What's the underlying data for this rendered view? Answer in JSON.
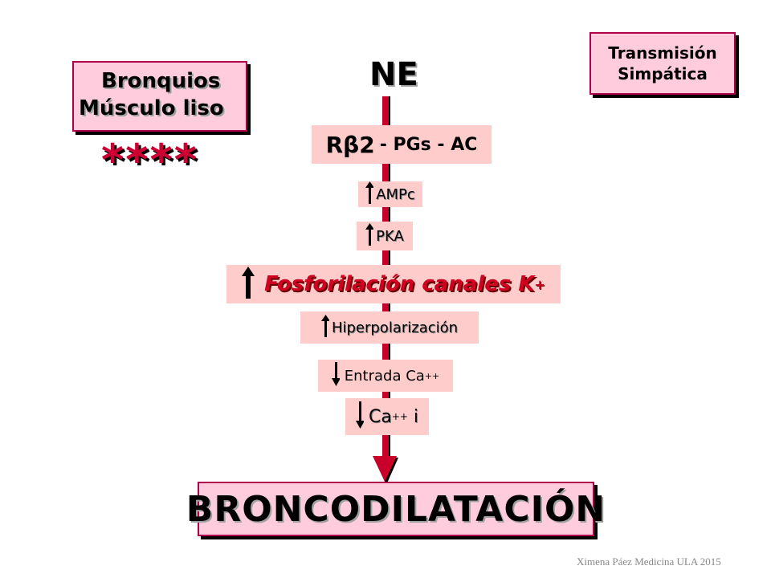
{
  "transmission": {
    "line1": "Transmisión",
    "line2": "Simpática"
  },
  "bronquios": {
    "line1": "Bronquios",
    "line2": "Músculo liso"
  },
  "stars": "****",
  "ne": "NE",
  "receptor": {
    "main": "Rβ2",
    "rest": "- PGs - AC"
  },
  "steps": {
    "ampc": "AMPc",
    "pka": "PKA",
    "fosforilacion": "Fosforilación canales K",
    "fosforilacion_sup": "+",
    "hiperpolarizacion": "Hiperpolarización",
    "entrada": "Entrada Ca",
    "entrada_sup": "++",
    "ca_main": "Ca",
    "ca_sup": "++",
    "ca_suffix": " i"
  },
  "result": "BRONCODILATACIÓN",
  "credit": "Ximena Páez Medicina ULA 2015",
  "colors": {
    "accent_line": "#b0004a",
    "box_fill": "#ffccdd",
    "step_fill": "#ffcccc"
  }
}
